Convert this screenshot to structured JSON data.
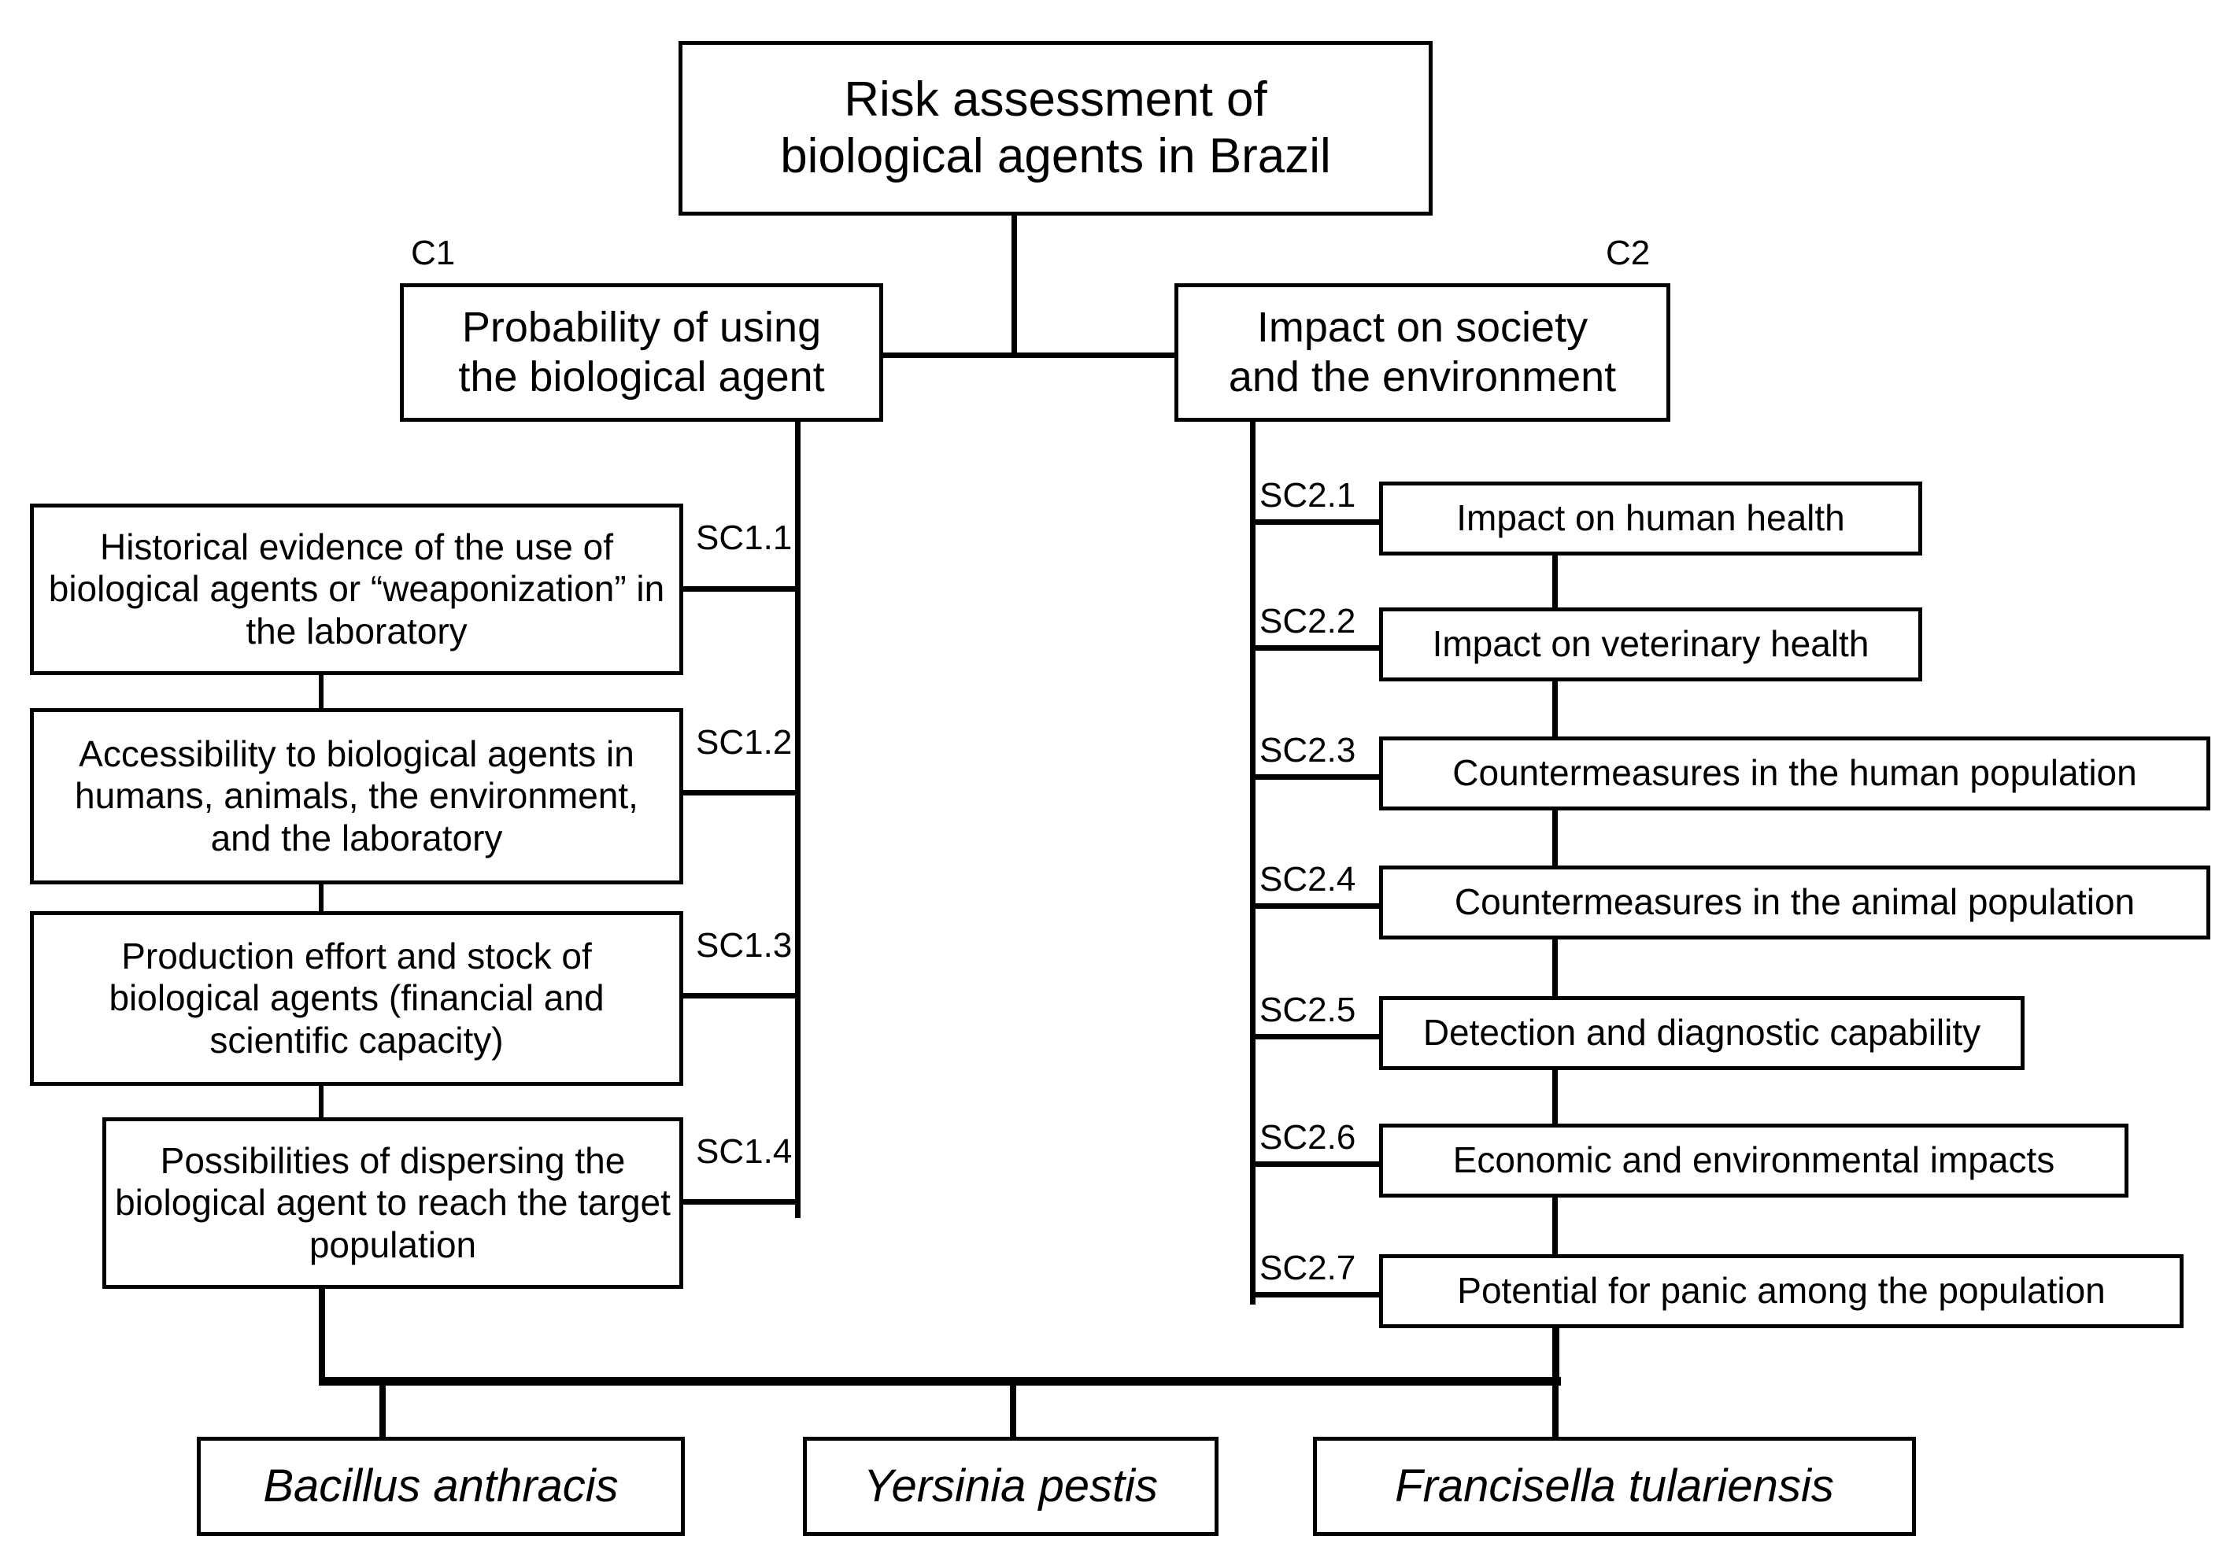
{
  "diagram": {
    "title": "Risk assessment of biological agents in Brazil",
    "root": {
      "label": "Risk assessment of\nbiological agents in Brazil"
    },
    "criteria": [
      {
        "tag": "C1",
        "label": "Probability of using\nthe biological agent"
      },
      {
        "tag": "C2",
        "label": "Impact on society\nand the environment"
      }
    ],
    "subcriteria_c1": [
      {
        "tag": "SC1.1",
        "label": "Historical evidence of the use of biological agents or “weaponization” in the laboratory"
      },
      {
        "tag": "SC1.2",
        "label": "Accessibility to biological agents in humans, animals, the environment, and the laboratory"
      },
      {
        "tag": "SC1.3",
        "label": "Production effort and stock of biological agents (financial and scientific capacity)"
      },
      {
        "tag": "SC1.4",
        "label": "Possibilities of dispersing the biological agent to reach the target population"
      }
    ],
    "subcriteria_c2": [
      {
        "tag": "SC2.1",
        "label": "Impact on human health"
      },
      {
        "tag": "SC2.2",
        "label": "Impact on veterinary health"
      },
      {
        "tag": "SC2.3",
        "label": "Countermeasures in the human population"
      },
      {
        "tag": "SC2.4",
        "label": "Countermeasures in the animal population"
      },
      {
        "tag": "SC2.5",
        "label": "Detection and diagnostic capability"
      },
      {
        "tag": "SC2.6",
        "label": "Economic and environmental impacts"
      },
      {
        "tag": "SC2.7",
        "label": "Potential for panic among the population"
      }
    ],
    "alternatives": [
      {
        "label": "Bacillus anthracis"
      },
      {
        "label": "Yersinia pestis"
      },
      {
        "label": "Francisella tulariensis"
      }
    ],
    "colors": {
      "line": "#000000",
      "box_fill": "#ffffff",
      "text": "#000000"
    }
  }
}
